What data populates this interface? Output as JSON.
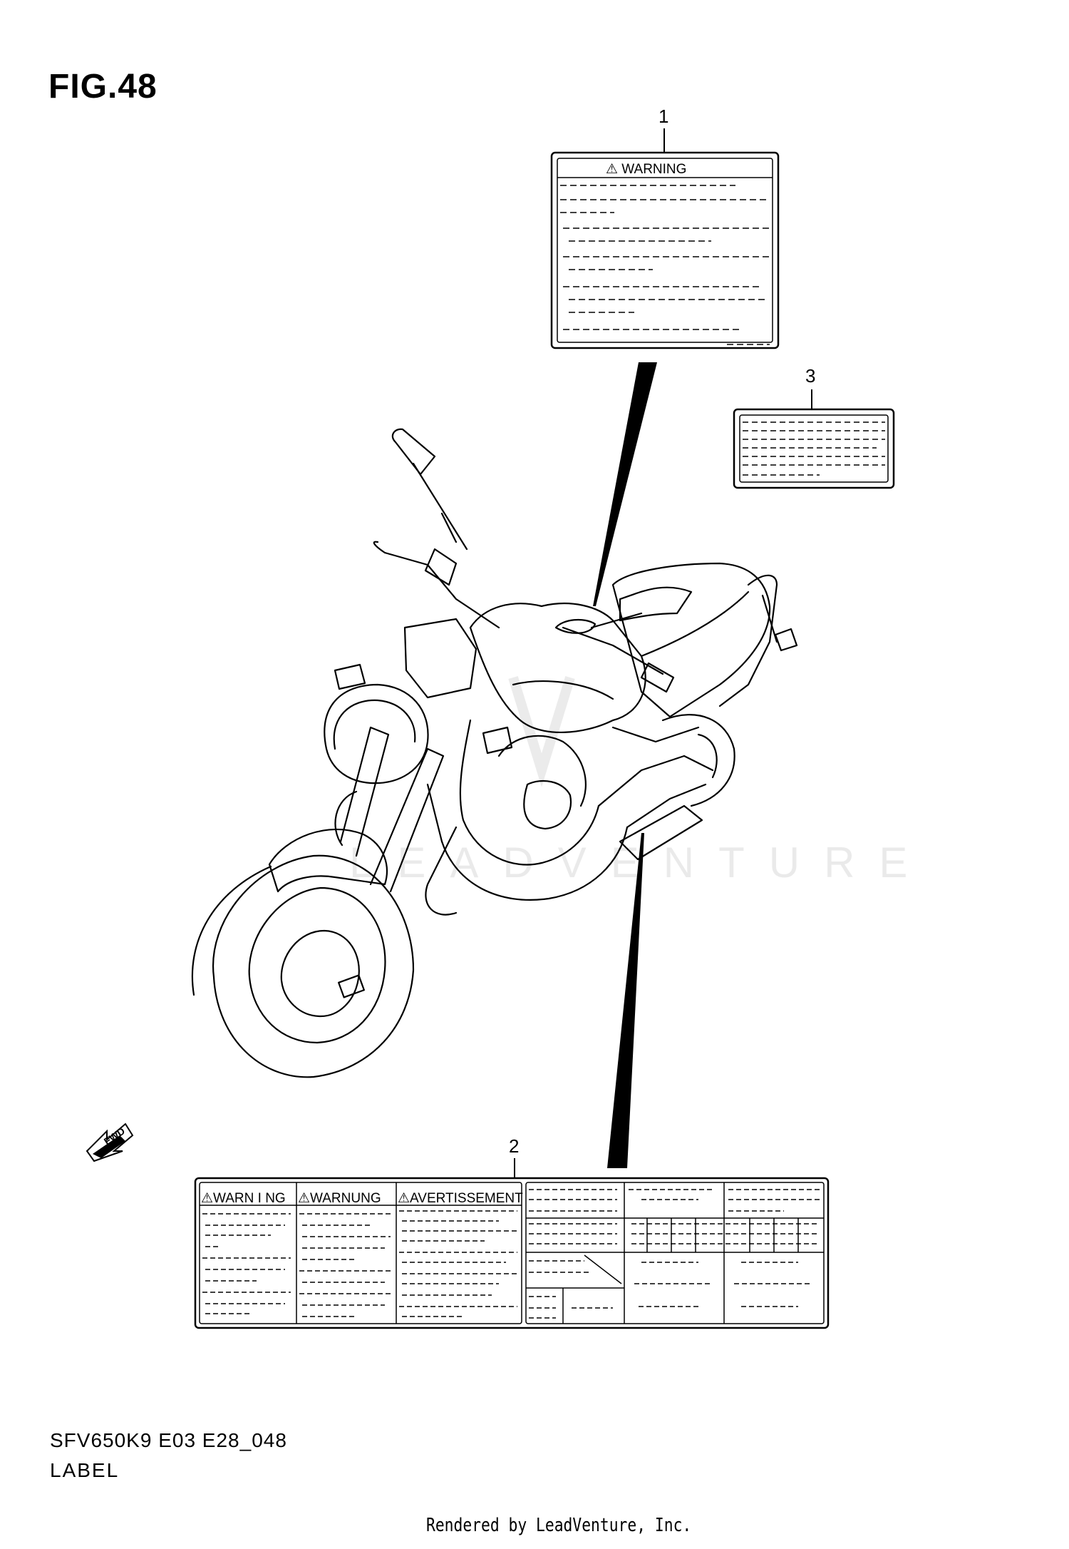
{
  "figure": {
    "title": "FIG.48",
    "code": "SFV650K9 E03 E28_048",
    "name": "LABEL",
    "rendered_by": "Rendered by LeadVenture, Inc."
  },
  "callouts": [
    "1",
    "2",
    "3"
  ],
  "labels": {
    "label_1": {
      "heading": "⚠ WARNING"
    },
    "label_2": {
      "headings": [
        "⚠WARN I NG",
        "⚠WARNUNG",
        "⚠AVERTISSEMENT"
      ]
    },
    "label_3": {}
  },
  "fwd_arrow": {
    "text": "FWD"
  },
  "watermark": {
    "text": "LEADVENTURE"
  },
  "icons": [
    "warning-triangle-icon",
    "fwd-arrow-icon",
    "leadventure-watermark-icon"
  ]
}
